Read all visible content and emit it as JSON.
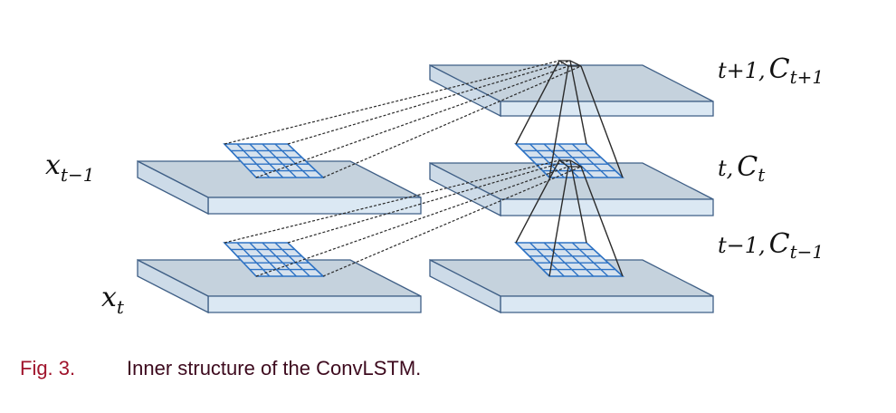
{
  "colors": {
    "plane_top": "#c5d2dd",
    "plane_front": "#dbe8f3",
    "plane_side": "#cddbe8",
    "plane_edge": "#3f5f86",
    "grid_line": "#2d72c4",
    "connector": "#2a2a2a",
    "caption_number": "#a0142c",
    "caption_text": "#3d0a1e"
  },
  "labels": {
    "x_prev": {
      "base": "x",
      "sub": "t−1"
    },
    "x_curr": {
      "base": "x",
      "sub": "t"
    },
    "state_next": {
      "h": "t+1",
      "sep": ",",
      "base": "C",
      "sub": "t+1"
    },
    "state_curr": {
      "h": "t",
      "sep": ",",
      "base": "C",
      "sub": "t"
    },
    "state_prev": {
      "h": "t−1",
      "sep": ",",
      "base": "C",
      "sub": "t−1"
    }
  },
  "caption": {
    "number": "Fig. 3.",
    "text": "Inner structure of the ConvLSTM."
  }
}
